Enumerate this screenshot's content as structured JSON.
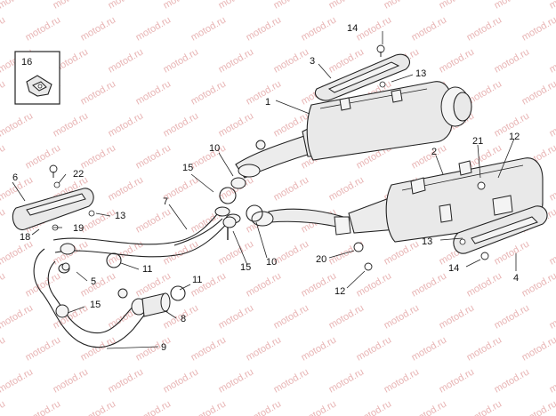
{
  "diagram": {
    "watermark": "motod.ru",
    "inset_label": "16",
    "callouts": [
      {
        "id": "c1",
        "text": "1"
      },
      {
        "id": "c2",
        "text": "2"
      },
      {
        "id": "c3",
        "text": "3"
      },
      {
        "id": "c4",
        "text": "4"
      },
      {
        "id": "c5",
        "text": "5"
      },
      {
        "id": "c6",
        "text": "6"
      },
      {
        "id": "c7",
        "text": "7"
      },
      {
        "id": "c8",
        "text": "8"
      },
      {
        "id": "c9",
        "text": "9"
      },
      {
        "id": "c10a",
        "text": "10"
      },
      {
        "id": "c10b",
        "text": "10"
      },
      {
        "id": "c11a",
        "text": "11"
      },
      {
        "id": "c11b",
        "text": "11"
      },
      {
        "id": "c12a",
        "text": "12"
      },
      {
        "id": "c12b",
        "text": "12"
      },
      {
        "id": "c13a",
        "text": "13"
      },
      {
        "id": "c13b",
        "text": "13"
      },
      {
        "id": "c13c",
        "text": "13"
      },
      {
        "id": "c14a",
        "text": "14"
      },
      {
        "id": "c14b",
        "text": "14"
      },
      {
        "id": "c15a",
        "text": "15"
      },
      {
        "id": "c15b",
        "text": "15"
      },
      {
        "id": "c15c",
        "text": "15"
      },
      {
        "id": "c18",
        "text": "18"
      },
      {
        "id": "c19",
        "text": "19"
      },
      {
        "id": "c20",
        "text": "20"
      },
      {
        "id": "c21",
        "text": "21"
      },
      {
        "id": "c22",
        "text": "22"
      }
    ]
  }
}
